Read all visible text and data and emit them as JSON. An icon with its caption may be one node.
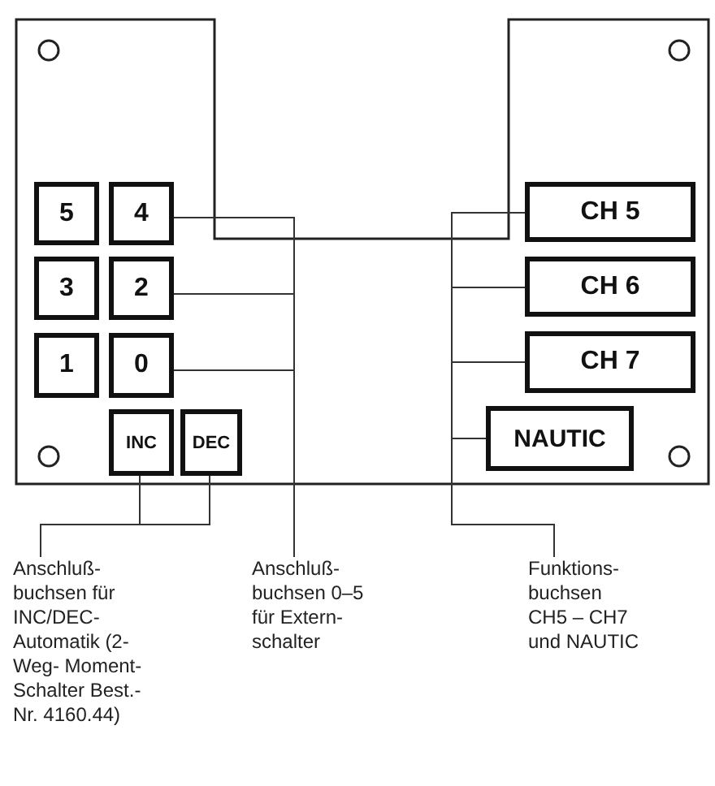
{
  "diagram": {
    "nodes": [
      {
        "text": [
          "5"
        ]
      },
      {
        "text": [
          "4"
        ]
      },
      {
        "text": [
          "CH 5"
        ]
      },
      {
        "text": [
          "3"
        ]
      },
      {
        "text": [
          "2"
        ]
      },
      {
        "text": [
          "CH 6"
        ]
      },
      {
        "text": [
          "1"
        ]
      },
      {
        "text": [
          "0"
        ]
      },
      {
        "text": [
          "CH 7"
        ]
      },
      {
        "text": [
          "INC"
        ]
      },
      {
        "text": [
          "DEC"
        ]
      },
      {
        "text": [
          "NAUTIC"
        ]
      },
      {
        "text": [
          "Anschluß- buchsen für INC/DEC- Automatik (2-Weg- Moment- Schalter Best.-Nr. 4160.44)"
        ]
      },
      {
        "text": [
          "Anschluß- buchsen 0–5 für Extern- schalter"
        ]
      },
      {
        "text": [
          "Funktions- buchsen CH5 – CH7 und NAUTIC"
        ]
      }
    ],
    "edges": [
      {
        "from": 12,
        "to": 9,
        "arrow": "none"
      },
      {
        "from": 12,
        "to": 10,
        "arrow": "none"
      },
      {
        "from": 13,
        "to": 1,
        "arrow": "none"
      },
      {
        "from": 13,
        "to": 4,
        "arrow": "none"
      },
      {
        "from": 13,
        "to": 7,
        "arrow": "none"
      },
      {
        "from": 14,
        "to": 2,
        "arrow": "none"
      },
      {
        "from": 14,
        "to": 5,
        "arrow": "none"
      },
      {
        "from": 14,
        "to": 8,
        "arrow": "none"
      },
      {
        "from": 14,
        "to": 11,
        "arrow": "none"
      }
    ]
  }
}
